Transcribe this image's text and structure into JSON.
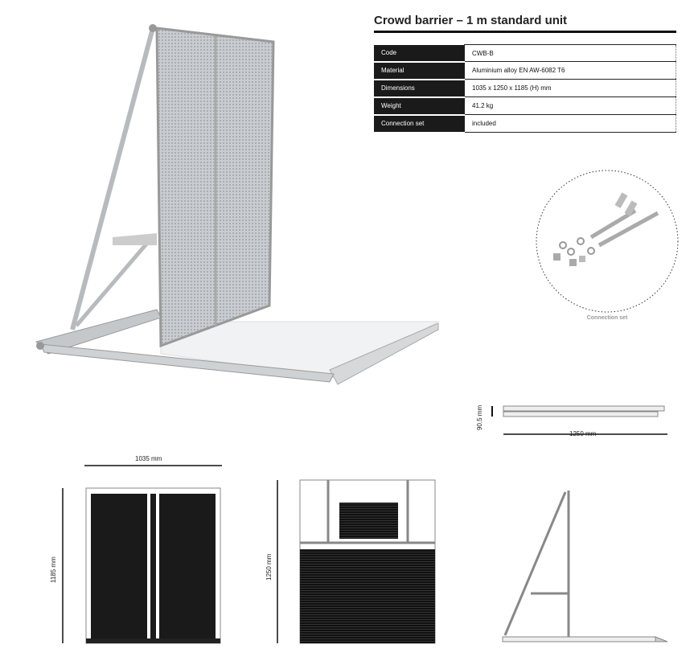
{
  "title": "Crowd barrier – 1 m standard unit",
  "specs": [
    {
      "label": "Code",
      "value": "CWB-B"
    },
    {
      "label": "Material",
      "value": "Aluminium alloy EN AW-6082 T6"
    },
    {
      "label": "Dimensions",
      "value": "1035 x 1250 x 1185 (H) mm"
    },
    {
      "label": "Weight",
      "value": "41.2 kg"
    },
    {
      "label": "Connection set",
      "value": "included"
    }
  ],
  "connection_set_label": "Connection set",
  "dimensions": {
    "top_height": "90.5 mm",
    "top_length": "1250 mm",
    "front_width": "1035 mm",
    "front_height": "1185 mm",
    "rear_height": "1250 mm"
  }
}
